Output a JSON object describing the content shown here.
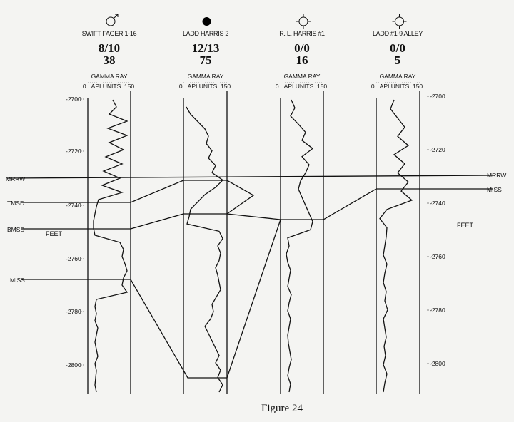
{
  "wells": [
    {
      "name": "SWIFT FAGER 1-16",
      "symbol": "oil-gas-well-icon",
      "top": "8/10",
      "bottom": "38"
    },
    {
      "name": "LADD HARRIS 2",
      "symbol": "oil-well-icon",
      "top": "12/13",
      "bottom": "75"
    },
    {
      "name": "R. L. HARRIS #1",
      "symbol": "dry-hole-icon",
      "top": "0/0",
      "bottom": "16"
    },
    {
      "name": "LADD #1-9 ALLEY",
      "symbol": "dry-hole-icon",
      "top": "0/0",
      "bottom": "5"
    }
  ],
  "log": {
    "title": "GAMMA RAY",
    "min": "0",
    "units": "API UNITS",
    "max": "150"
  },
  "depths": [
    "-2700",
    "-2720",
    "-2740",
    "-2760",
    "-2780",
    "-2800"
  ],
  "horizons_left": [
    "MRRW",
    "TMSD",
    "BMSD",
    "MISS"
  ],
  "horizons_right": [
    "MRRW",
    "MISS"
  ],
  "axis_label": "FEET",
  "caption": "Figure 24"
}
